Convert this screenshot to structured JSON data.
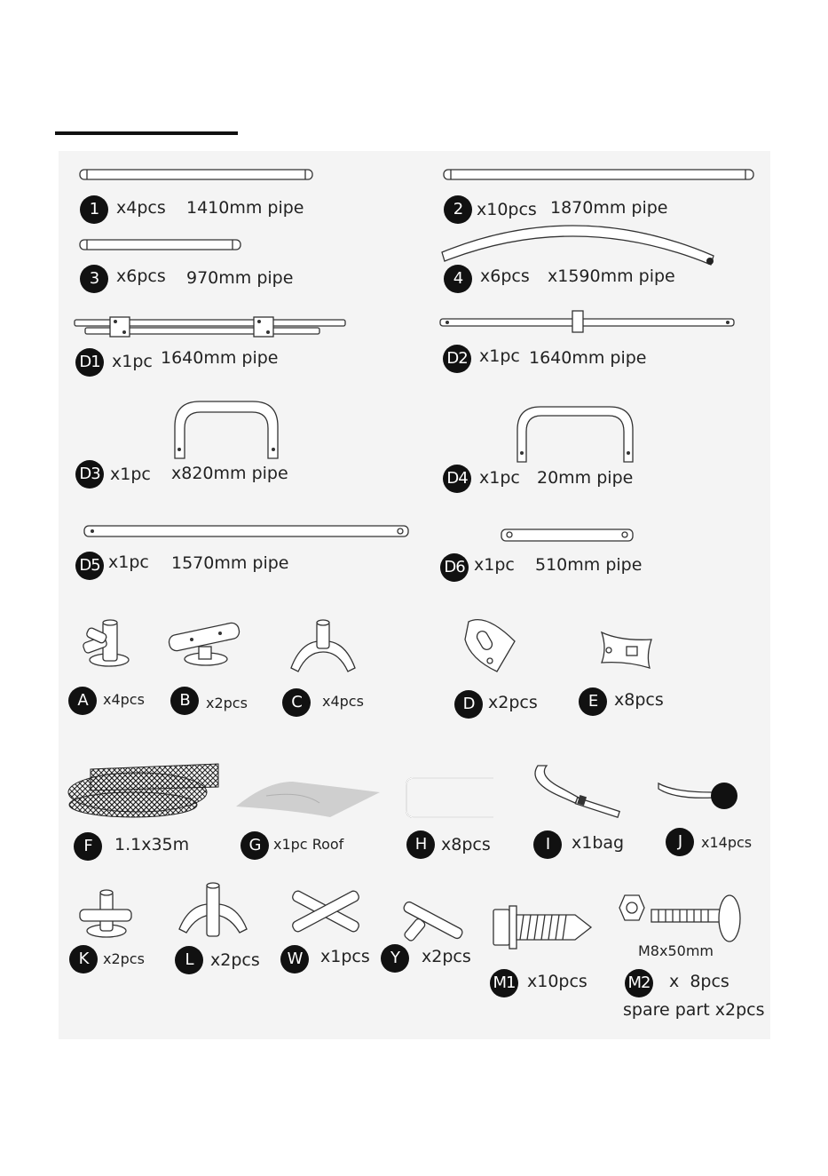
{
  "parts": {
    "p1": {
      "id": "1",
      "qty": "x4pcs",
      "desc": "1410mm pipe"
    },
    "p2": {
      "id": "2",
      "qty": "x10pcs",
      "desc": "1870mm pipe"
    },
    "p3": {
      "id": "3",
      "qty": "x6pcs",
      "desc": "970mm pipe"
    },
    "p4": {
      "id": "4",
      "qty": "x6pcs",
      "desc": "x1590mm pipe"
    },
    "d1": {
      "id": "D1",
      "qty": "x1pc",
      "desc": "1640mm pipe"
    },
    "d2": {
      "id": "D2",
      "qty": "x1pc",
      "desc": "1640mm pipe"
    },
    "d3": {
      "id": "D3",
      "qty": "x1pc",
      "desc": "x820mm pipe"
    },
    "d4": {
      "id": "D4",
      "qty": "x1pc",
      "desc": "20mm pipe"
    },
    "d5": {
      "id": "D5",
      "qty": "x1pc",
      "desc": "1570mm pipe"
    },
    "d6": {
      "id": "D6",
      "qty": "x1pc",
      "desc": "510mm pipe"
    },
    "a": {
      "id": "A",
      "qty": "x4pcs"
    },
    "b": {
      "id": "B",
      "qty": "x2pcs"
    },
    "c": {
      "id": "C",
      "qty": "x4pcs"
    },
    "d": {
      "id": "D",
      "qty": "x2pcs"
    },
    "e": {
      "id": "E",
      "qty": "x8pcs"
    },
    "f": {
      "id": "F",
      "qty": "1.1x35m"
    },
    "g": {
      "id": "G",
      "qty": "x1pc Roof"
    },
    "h": {
      "id": "H",
      "qty": "x8pcs"
    },
    "i": {
      "id": "I",
      "qty": "x1bag"
    },
    "j": {
      "id": "J",
      "qty": "x14pcs"
    },
    "k": {
      "id": "K",
      "qty": "x2pcs"
    },
    "l": {
      "id": "L",
      "qty": "x2pcs"
    },
    "w": {
      "id": "W",
      "qty": "x1pcs"
    },
    "y": {
      "id": "Y",
      "qty": "x2pcs"
    },
    "m1": {
      "id": "M1",
      "qty": "x10pcs"
    },
    "m2": {
      "id": "M2",
      "qty": "x  8pcs",
      "size": "M8x50mm",
      "spare": "spare part x2pcs"
    }
  }
}
